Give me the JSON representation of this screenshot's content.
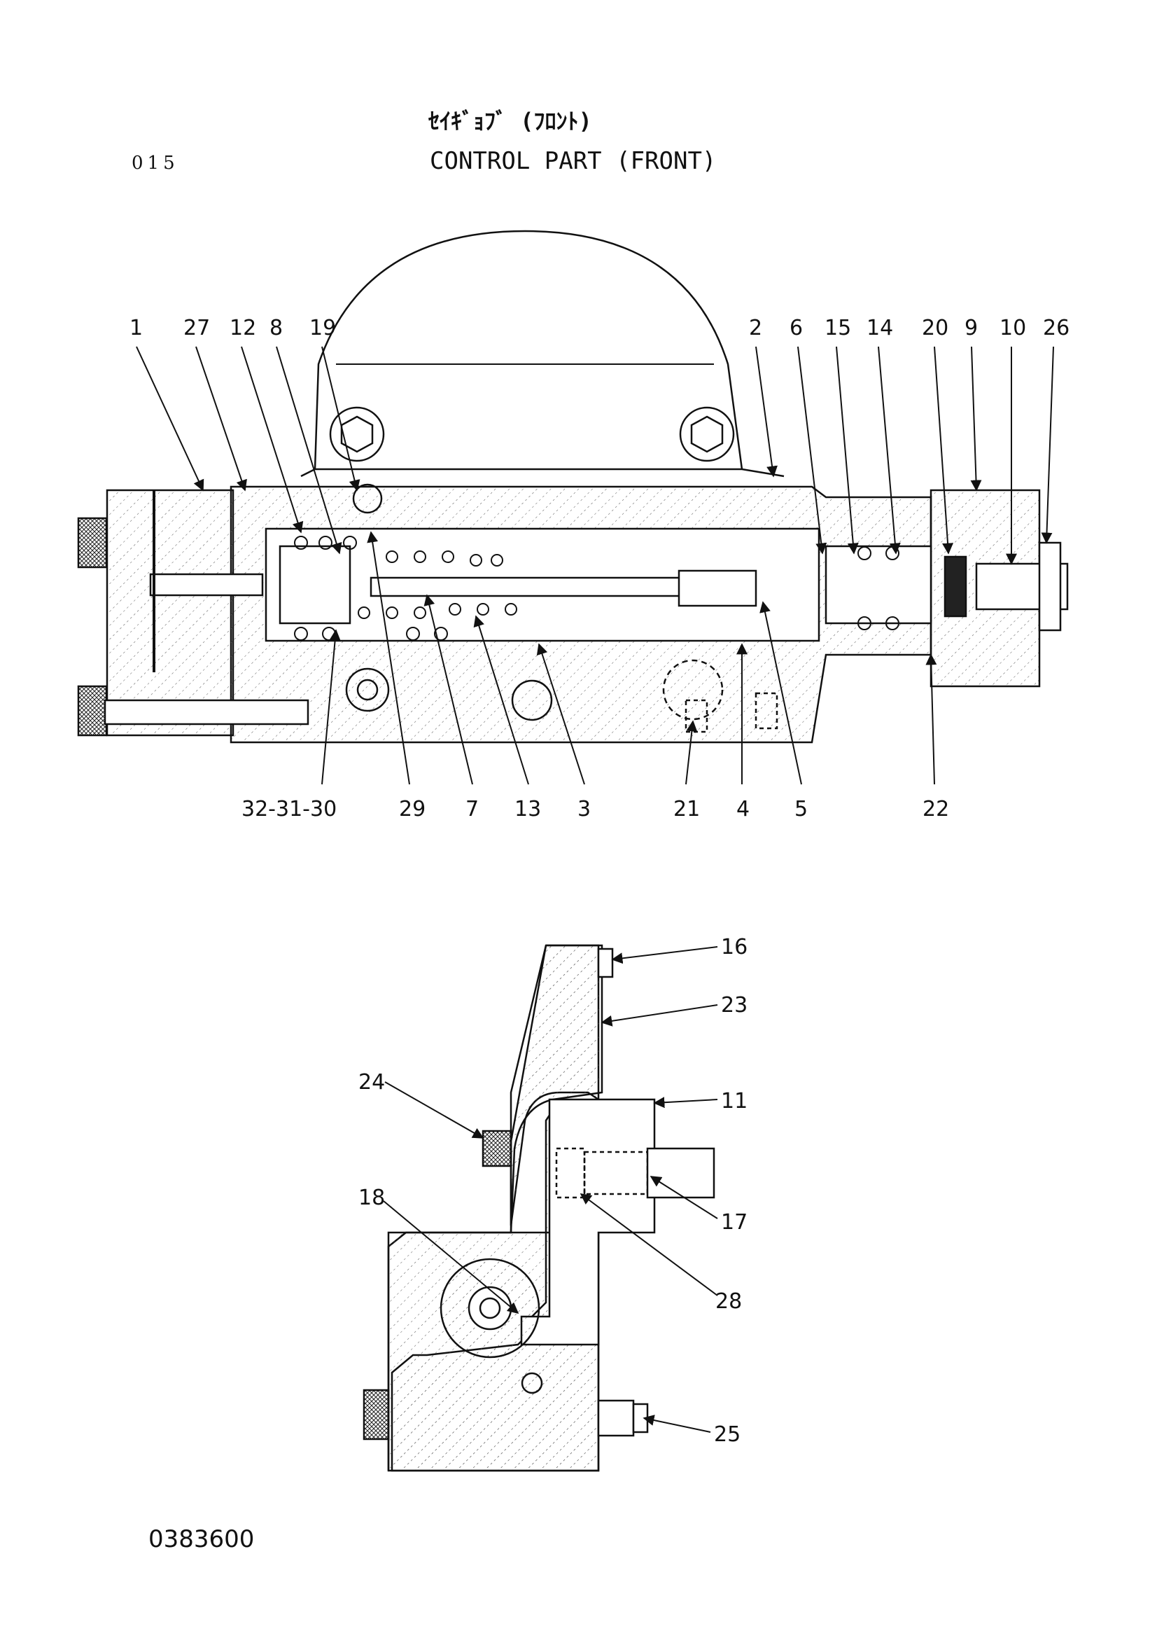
{
  "header": {
    "page_number": "015",
    "title_jp": "ｾｲｷﾞｮﾌﾞ (ﾌﾛﾝﾄ)",
    "title_en": "CONTROL PART (FRONT)"
  },
  "footer": {
    "drawing_number": "0383600"
  },
  "callouts_top": {
    "top_row": [
      "1",
      "27",
      "12",
      "8",
      "19",
      "2",
      "6",
      "15",
      "14",
      "20",
      "9",
      "10",
      "26"
    ],
    "bottom_row": [
      "32-31-30",
      "29",
      "7",
      "13",
      "3",
      "21",
      "4",
      "5",
      "22"
    ]
  },
  "callouts_bottom": [
    "16",
    "23",
    "24",
    "11",
    "17",
    "18",
    "28",
    "25"
  ],
  "colors": {
    "ink": "#111111",
    "paper": "#ffffff"
  }
}
